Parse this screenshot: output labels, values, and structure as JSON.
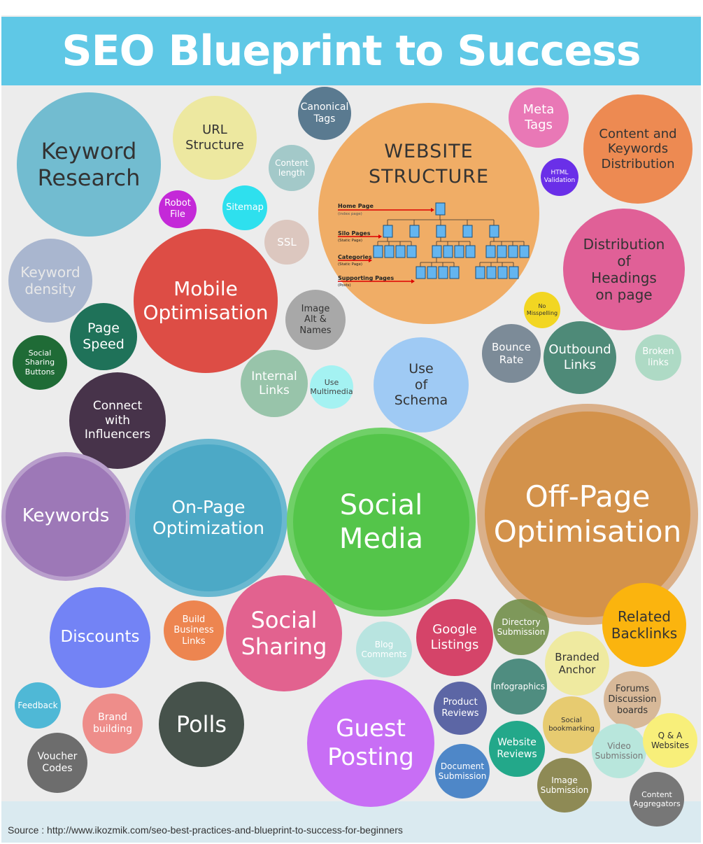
{
  "title": "SEO Blueprint to Success",
  "source": "Source : http://www.ikozmik.com/seo-best-practices-and-blueprint-to-success-for-beginners",
  "website_structure": {
    "title": "WEBSITE\nSTRUCTURE",
    "levels": [
      {
        "label": "Home Page",
        "sub": "(index page)"
      },
      {
        "label": "Silo Pages",
        "sub": "(Static Page)"
      },
      {
        "label": "Categories",
        "sub": "(Static Page)"
      },
      {
        "label": "Supporting Pages",
        "sub": "(Posts)"
      }
    ]
  },
  "bubbles": [
    {
      "label": "Keyword\nResearch",
      "bg": "#72bcd0",
      "fg": "#333333"
    },
    {
      "label": "URL\nStructure",
      "bg": "#ede8a0",
      "fg": "#333333"
    },
    {
      "label": "Canonical\nTags",
      "bg": "#5a7a90",
      "fg": "#ffffff"
    },
    {
      "label": "Content\nlength",
      "bg": "#a3c9c9",
      "fg": "#ffffff"
    },
    {
      "label": "Robot\nFile",
      "bg": "#c429d8",
      "fg": "#ffffff"
    },
    {
      "label": "Sitemap",
      "bg": "#2ee0ee",
      "fg": "#ffffff"
    },
    {
      "label": "SSL",
      "bg": "#dcc7bf",
      "fg": "#ffffff"
    },
    {
      "label": "Meta\nTags",
      "bg": "#e978b6",
      "fg": "#ffffff"
    },
    {
      "label": "Content and\nKeywords\nDistribution",
      "bg": "#ed8a52",
      "fg": "#333333"
    },
    {
      "label": "HTML\nValidation",
      "bg": "#6a2fe8",
      "fg": "#ffffff"
    },
    {
      "label": "Keyword\ndensity",
      "bg": "#a9b6cf",
      "fg": "#e8e8e8"
    },
    {
      "label": "Mobile\nOptimisation",
      "bg": "#dd4d45",
      "fg": "#ffffff"
    },
    {
      "label": "Image\nAlt &\nNames",
      "bg": "#a8a8a8",
      "fg": "#333333"
    },
    {
      "label": "Distribution\nof\nHeadings\non page",
      "bg": "#e06097",
      "fg": "#333333"
    },
    {
      "label": "No\nMisspelling",
      "bg": "#f2d622",
      "fg": "#333333"
    },
    {
      "label": "Page\nSpeed",
      "bg": "#1f7259",
      "fg": "#ffffff"
    },
    {
      "label": "Social\nSharing\nButtons",
      "bg": "#1f6b36",
      "fg": "#ffffff"
    },
    {
      "label": "Bounce\nRate",
      "bg": "#7c8b98",
      "fg": "#ffffff"
    },
    {
      "label": "Outbound\nLinks",
      "bg": "#4e8a78",
      "fg": "#ffffff"
    },
    {
      "label": "Broken\nlinks",
      "bg": "#aedac5",
      "fg": "#ffffff"
    },
    {
      "label": "Internal\nLinks",
      "bg": "#98c4aa",
      "fg": "#ffffff"
    },
    {
      "label": "Use\nMultimedia",
      "bg": "#a4f2f2",
      "fg": "#444444"
    },
    {
      "label": "Use\nof\nSchema",
      "bg": "#9fcaf4",
      "fg": "#333333"
    },
    {
      "label": "Connect\nwith\nInfluencers",
      "bg": "#47334a",
      "fg": "#ffffff"
    },
    {
      "label": "Keywords",
      "bg": "#9d78b7",
      "fg": "#ffffff",
      "ring": "#b99fcc"
    },
    {
      "label": "On-Page\nOptimization",
      "bg": "#4ca9c6",
      "fg": "#ffffff",
      "ring": "#6ab8d0"
    },
    {
      "label": "Social\nMedia",
      "bg": "#54c54a",
      "fg": "#ffffff",
      "ring": "#70d068"
    },
    {
      "label": "Off-Page\nOptimisation",
      "bg": "#d3924b",
      "fg": "#ffffff",
      "ring": "#dab08a"
    },
    {
      "label": "Discounts",
      "bg": "#7383f5",
      "fg": "#ffffff"
    },
    {
      "label": "Build\nBusiness\nLinks",
      "bg": "#ed8550",
      "fg": "#ffffff"
    },
    {
      "label": "Social\nSharing",
      "bg": "#e2628f",
      "fg": "#ffffff"
    },
    {
      "label": "Blog\nComments",
      "bg": "#b8e4e0",
      "fg": "#ffffff"
    },
    {
      "label": "Google\nListings",
      "bg": "#d54469",
      "fg": "#ffffff"
    },
    {
      "label": "Directory\nSubmission",
      "bg": "rgba(110,140,70,0.88)",
      "fg": "#ffffff"
    },
    {
      "label": "Related\nBacklinks",
      "bg": "#fbb40e",
      "fg": "#333333"
    },
    {
      "label": "Branded\nAnchor",
      "bg": "#efeaa0",
      "fg": "#333333"
    },
    {
      "label": "Feedback",
      "bg": "#4fb8d6",
      "fg": "#ffffff"
    },
    {
      "label": "Brand\nbuilding",
      "bg": "#ee8d8a",
      "fg": "#ffffff"
    },
    {
      "label": "Polls",
      "bg": "#46524b",
      "fg": "#ffffff"
    },
    {
      "label": "Guest\nPosting",
      "bg": "#c86ef5",
      "fg": "#ffffff"
    },
    {
      "label": "Product\nReviews",
      "bg": "#5c66a5",
      "fg": "#ffffff"
    },
    {
      "label": "Infographics",
      "bg": "#4f8d80",
      "fg": "#ffffff"
    },
    {
      "label": "Forums\nDiscussion\nboards",
      "bg": "#d7b898",
      "fg": "#333333"
    },
    {
      "label": "Social\nbookmarking",
      "bg": "#e7cb70",
      "fg": "#333333"
    },
    {
      "label": "Video\nSubmission",
      "bg": "#b8e6dc",
      "fg": "#777777"
    },
    {
      "label": "Q & A\nWebsites",
      "bg": "#f8ef7a",
      "fg": "#333333"
    },
    {
      "label": "Website\nReviews",
      "bg": "#23a88a",
      "fg": "#ffffff"
    },
    {
      "label": "Document\nSubmission",
      "bg": "#4e87c8",
      "fg": "#ffffff"
    },
    {
      "label": "Voucher\nCodes",
      "bg": "#6d6d6d",
      "fg": "#ffffff"
    },
    {
      "label": "Image\nSubmission",
      "bg": "#8e8a55",
      "fg": "#ffffff"
    },
    {
      "label": "Content\nAggregators",
      "bg": "#777777",
      "fg": "#ffffff"
    }
  ]
}
